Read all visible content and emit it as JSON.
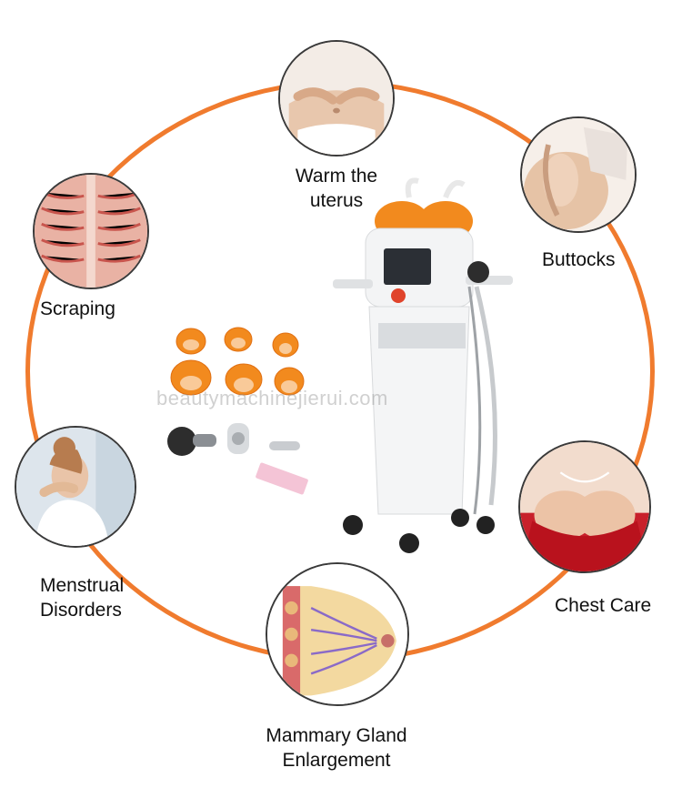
{
  "labels": {
    "warm_uterus_1": "Warm the",
    "warm_uterus_2": "uterus",
    "buttocks": "Buttocks",
    "scraping": "Scraping",
    "menstrual_1": "Menstrual",
    "menstrual_2": "Disorders",
    "chest_care": "Chest Care",
    "mammary_1": "Mammary Gland",
    "mammary_2": "Enlargement"
  },
  "watermark": "beautymachinejierui.com",
  "colors": {
    "ring": "#f07b2e",
    "cup_orange": "#f28a1e",
    "machine_white": "#f4f5f6",
    "text": "#111111"
  }
}
